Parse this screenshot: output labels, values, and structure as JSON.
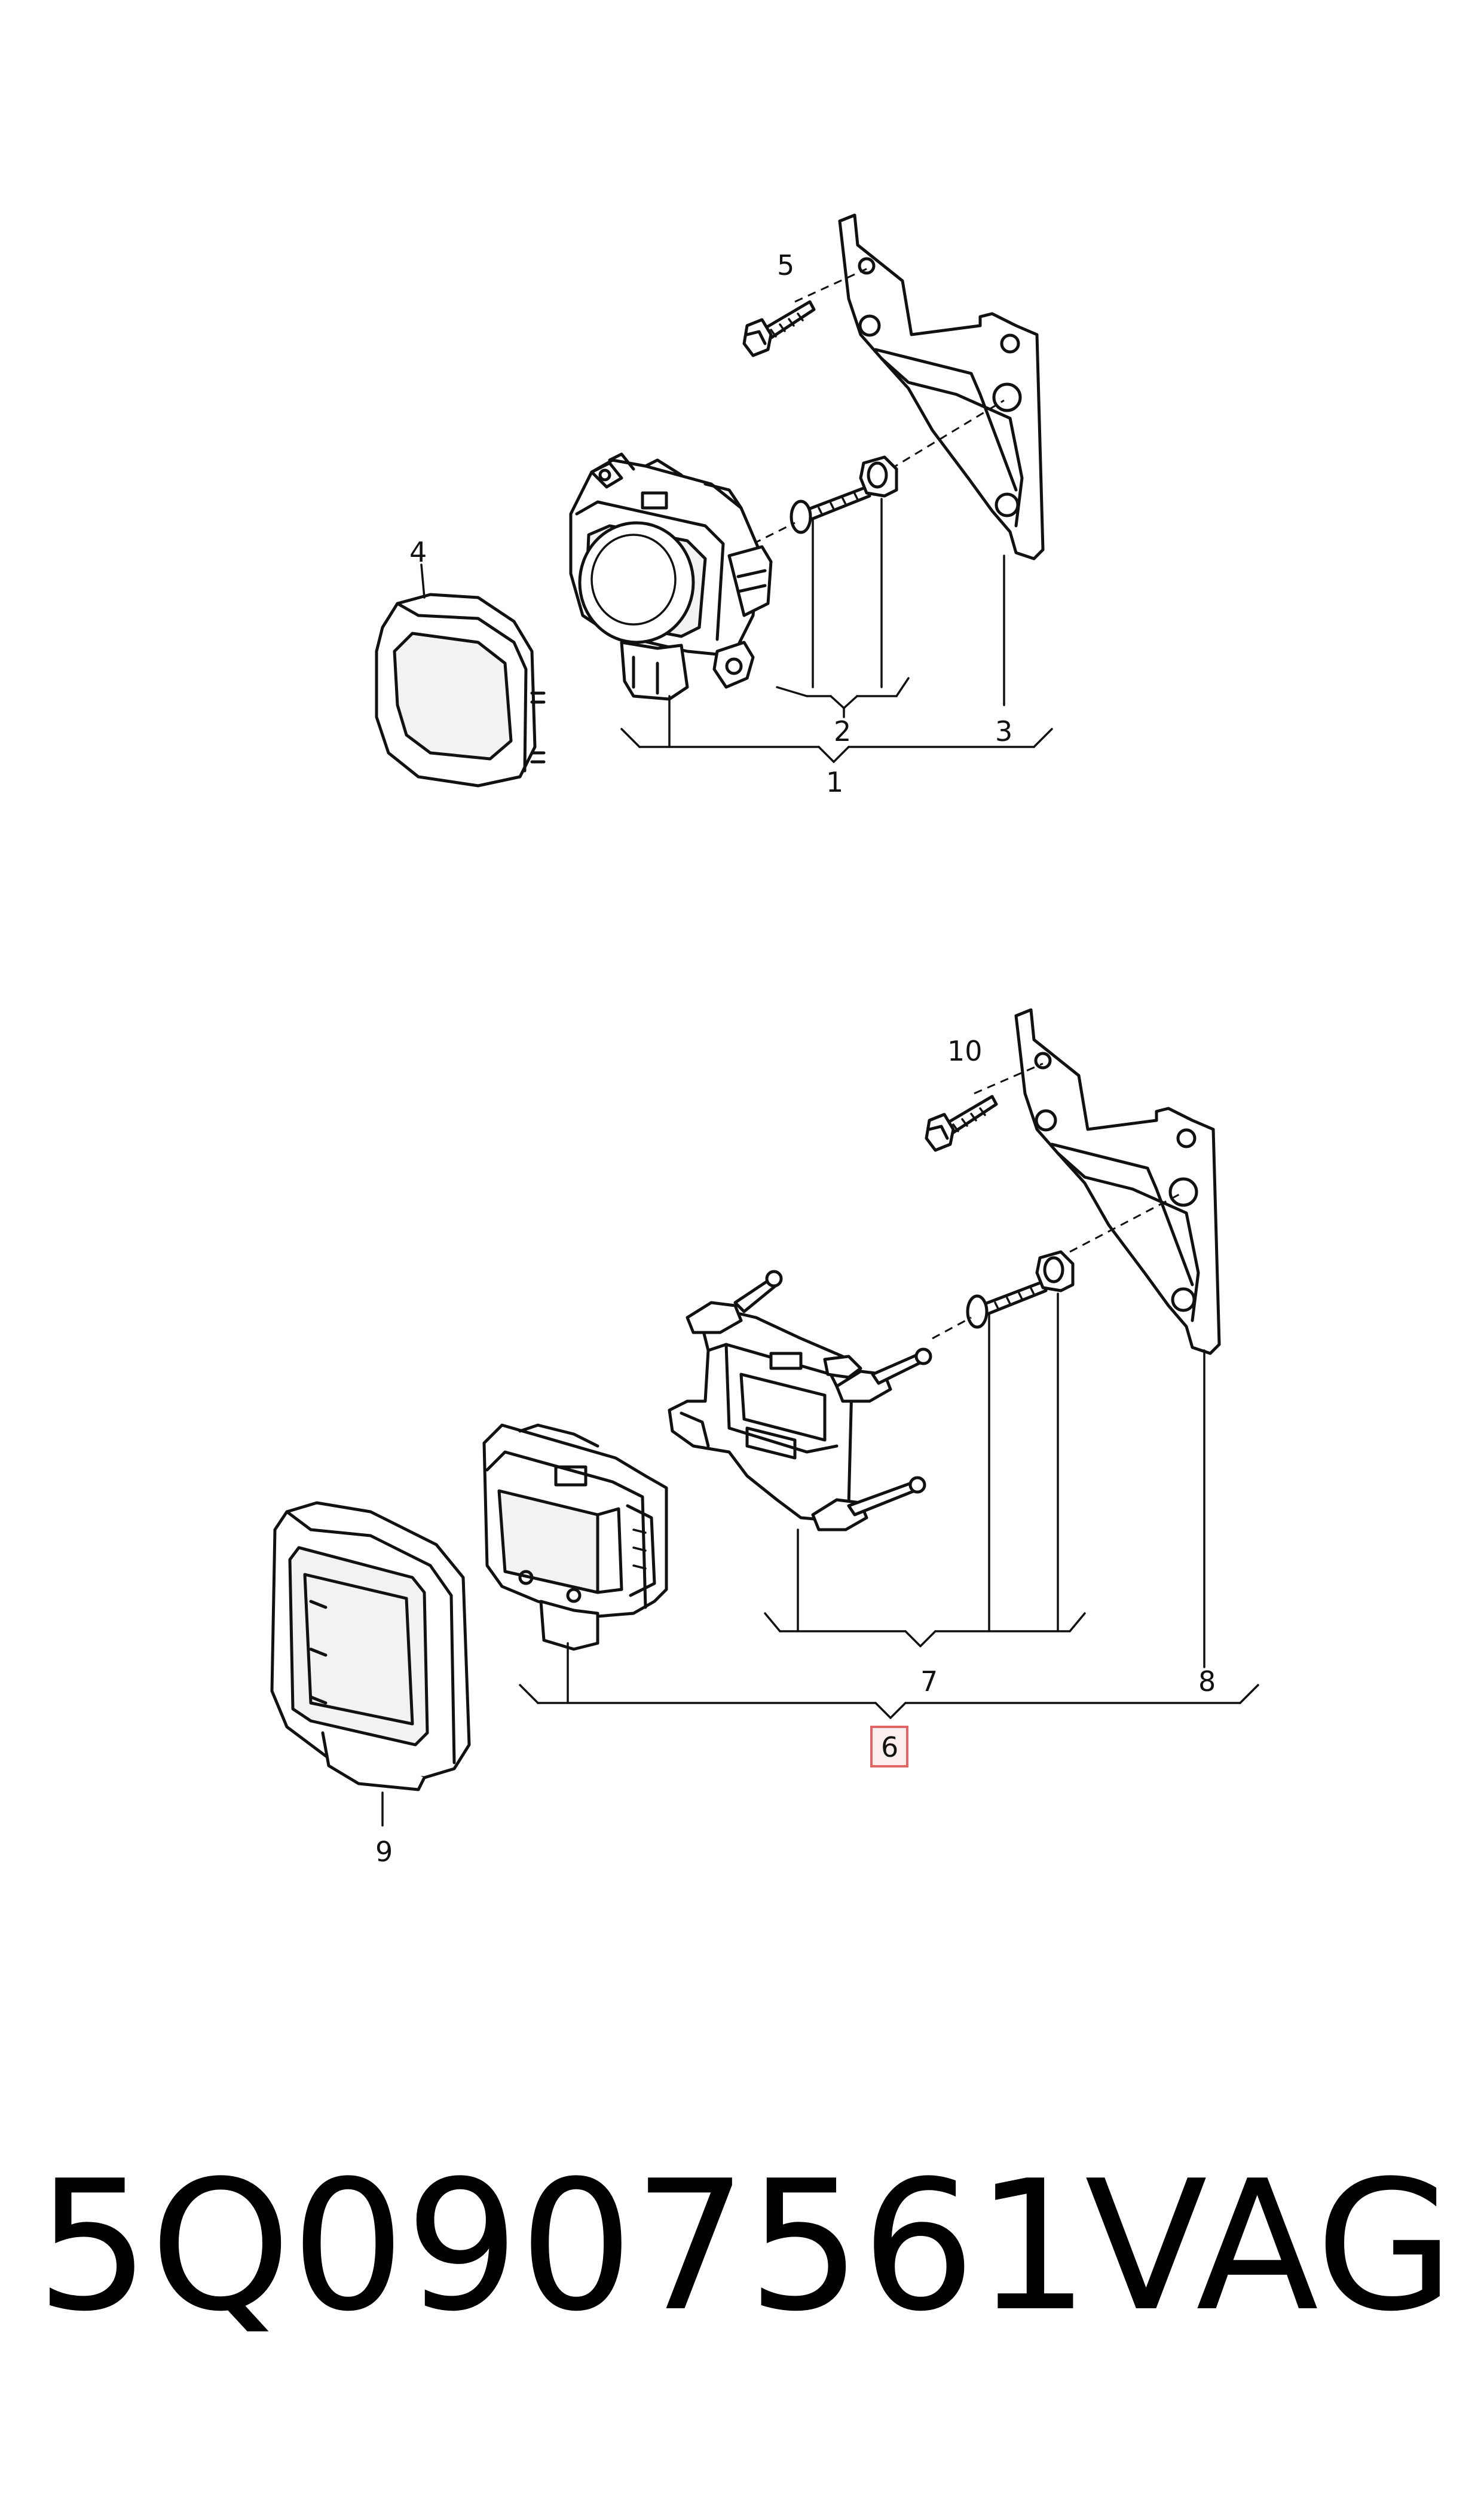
{
  "callouts": {
    "c1": "1",
    "c2": "2",
    "c3": "3",
    "c4": "4",
    "c5": "5",
    "c6": "6",
    "c7": "7",
    "c8": "8",
    "c9": "9",
    "c10": "10"
  },
  "highlight": {
    "callout": "6",
    "color": "#e06666"
  },
  "footer": {
    "part_number": "5Q0907561",
    "brand": "VAG"
  }
}
